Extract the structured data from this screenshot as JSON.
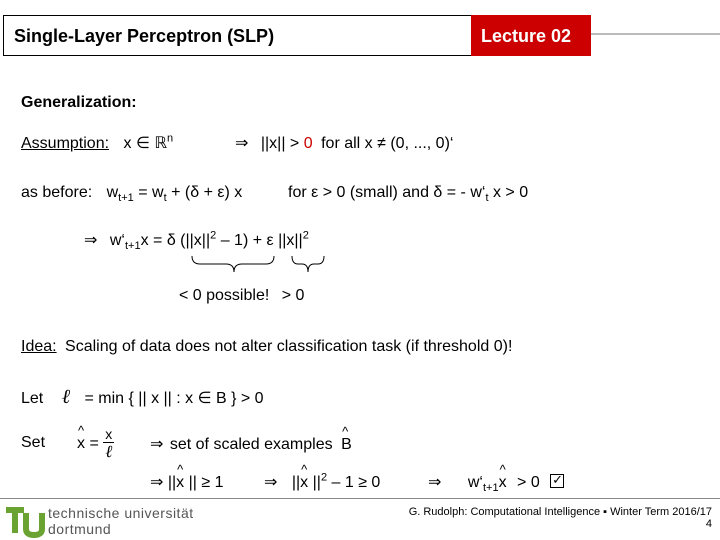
{
  "header": {
    "title": "Single-Layer Perceptron (SLP)",
    "lecture": "Lecture 02",
    "accent_color": "#cc0000"
  },
  "section_title": "Generalization:",
  "assumption": {
    "label": "Assumption:",
    "math": "x ∈ ℝ",
    "exp": "n",
    "arrow": "⇒",
    "norm": "||x|| >",
    "zero": "0",
    "tail": "for all x ≠ (0, ..., 0)‘"
  },
  "before": {
    "label": "as before:",
    "w": "w",
    "sub1": "t+1",
    "eq": "= w",
    "sub2": "t",
    "rest": "+ (δ + ε) x",
    "cond": "for ε > 0 (small) and δ = - w‘",
    "cond_sub": "t",
    "cond_end": "x > 0"
  },
  "implication": {
    "arrow": "⇒",
    "w": "w‘",
    "sub": "t+1",
    "a": "x = δ (||x||",
    "sup1": "2",
    "b": "– 1) + ε ||x||",
    "sup2": "2"
  },
  "braces": {
    "left_label": "< 0 possible!",
    "right_label": "> 0"
  },
  "idea": {
    "label": "Idea:",
    "text": "Scaling of data does not alter classification task (if threshold 0)!"
  },
  "let_line": {
    "let": "Let",
    "ell": "ℓ",
    "rest": "= min { || x || : x ∈ B } > 0"
  },
  "set_line": {
    "set": "Set",
    "xhat": "x",
    "eq": "=",
    "num": "x",
    "den": "ℓ",
    "arrow": "⇒",
    "text": "set of scaled examples",
    "B": "B"
  },
  "final_line": {
    "arrow1": "⇒",
    "n1a": "||",
    "n1x": "x",
    "n1b": "|| ≥ 1",
    "arrow2": "⇒",
    "n2a": "||",
    "n2x": "x",
    "n2b": "||",
    "sup": "2",
    "n2c": "– 1 ≥ 0",
    "arrow3": "⇒",
    "w": "w‘",
    "sub": "t+1",
    "wx": "x",
    "gt": "> 0"
  },
  "footer": {
    "logo_line1": "technische universität",
    "logo_line2": "dortmund",
    "credit": "G. Rudolph: Computational Intelligence ▪ Winter Term 2016/17",
    "page": "4"
  }
}
